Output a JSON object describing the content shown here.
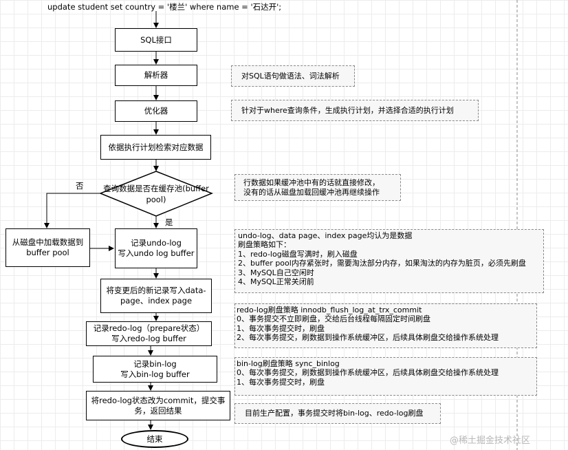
{
  "title_sql": "update student  set country = '楼兰' where name = '石达开';",
  "steps": {
    "sql_interface": "SQL接口",
    "parser": "解析器",
    "optimizer": "优化器",
    "exec_plan": "依据执行计划检索对应数据",
    "decision": "查询数据是否在缓存池(buffer\npool)",
    "load_from_disk": "从磁盘中加载数据到\nbuffer pool",
    "undo_log": "记录undo-log\n写入undo log buffer",
    "write_data": "将变更后的新记录写入data-\npage、index page",
    "redo_prepare": "记录redo-log（prepare状态）\n写入redo-log buffer",
    "bin_log": "记录bin-log\n写入bin-log buffer",
    "commit": "将redo-log状态改为commit，提交事\n务，返回结果",
    "end": "结束"
  },
  "labels": {
    "no": "否",
    "yes": "是"
  },
  "notes": {
    "parser_note": "对SQL语句做语法、词法解析",
    "optimizer_note": "针对于where查询条件，生成执行计划，并选择合适的执行计划",
    "cache_note": "行数据如果缓冲池中有的话就直接修改，\n没有的话从磁盘加载回缓冲池再继续操作",
    "undo_note": "undo-log、data page、index page均认为是数据\n刷盘策略如下：\n1、redo-log磁盘写满时，刷入磁盘\n2、buffer pool内存紧张时，需要淘汰部分内存，如果淘汰的内存为脏页，必须先刷盘\n3、MySQL自己空闲时\n4、MySQL正常关闭前",
    "redo_note": "redo-log刷盘策略 innodb_flush_log_at_trx_commit\n0、事务提交不立即刷盘，交给后台线程每隔固定时间刷盘\n1、每次事务提交时，刷盘\n2、每次事务提交，刷数据到操作系统缓冲区，后续具体刷盘交给操作系统处理",
    "binlog_note": "bin-log刷盘策略 sync_binlog\n0、每次事务提交，刷数据到操作系统缓冲区，后续具体刷盘交给操作系统处理\n1、每次事务提交时，刷盘",
    "commit_note": "目前生产配置，事务提交时将bin-log、redo-log刷盘"
  },
  "watermark": "@稀土掘金技术社区"
}
